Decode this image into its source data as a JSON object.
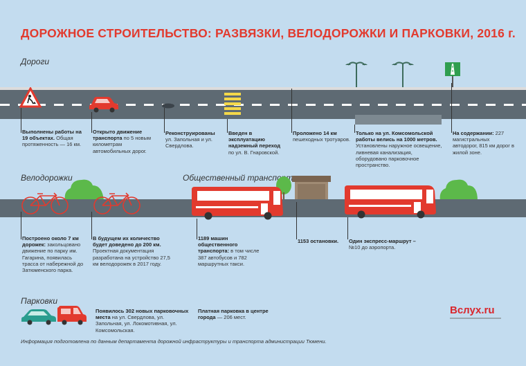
{
  "title": "ДОРОЖНОЕ СТРОИТЕЛЬСТВО: РАЗВЯЗКИ, ВЕЛОДОРОЖКИ И ПАРКОВКИ, 2016 г.",
  "sections": {
    "roads": "Дороги",
    "bikes": "Велодорожки",
    "transport": "Общественный транспорт",
    "parking": "Парковки"
  },
  "roads": {
    "c1_bold": "Выполнены работы на 19 объектах.",
    "c1_text": " Общая протяженность — 16 км.",
    "c2_bold": "Открыто движение транспорта",
    "c2_text": " по 5 новым километрам автомобильных дорог.",
    "c3_bold": "Реконструированы",
    "c3_text": " ул. Запольная и ул. Свердлова.",
    "c4_bold": "Введен в эксплуатацию надземный переход",
    "c4_text": " по ул. В. Гнаровской.",
    "c5_bold": "Проложено 14 км",
    "c5_text": " пешеходных тротуаров.",
    "c6_bold": "Только на ул. Комсомольской работы велись на 1000 метров.",
    "c6_text": " Установлены наружное освещение, ливневая канализация, оборудовано парковочное пространство.",
    "c7_bold": "На содержании:",
    "c7_text": " 227 магистральных автодорог, 815 км дорог в жилой зоне."
  },
  "bikes": {
    "c1_bold": "Построено около 7 км дорожек:",
    "c1_text": " закольцовано движение по парку им. Гагарина, появилась трасса от набережной до Затюменского парка.",
    "c2_bold": "В будущем их количество будет доведено до 200 км.",
    "c2_text": " Проектная документация разработана на устройство 27,5 км велодорожек в 2017 году."
  },
  "transport": {
    "c1_bold": "1189 машин общественного транспорта:",
    "c1_text": " в том числе 387 автобусов и 782 маршрутных такси.",
    "c2_bold": "1153 остановки.",
    "c3_bold": "Один экспресс-маршрут –",
    "c3_text": " №10 до аэропорта."
  },
  "parking": {
    "c1_bold": "Появилось 302 новых парковочных места",
    "c1_text": " на ул. Свердлова, ул. Запольная, ул. Локомотивная, ул. Комсомольская.",
    "c2_bold": "Платная парковка в центре города",
    "c2_text": " — 206 мест."
  },
  "logo": "Вслух.ru",
  "footer": "Информация подготовлена по данным департамента дорожной инфраструктуры и транспорта администрации Тюмени.",
  "colors": {
    "red": "#e23a2e",
    "road": "#5e6a73",
    "background": "#c3dcef",
    "green": "#5cb94a",
    "teal": "#2a9d8f"
  }
}
